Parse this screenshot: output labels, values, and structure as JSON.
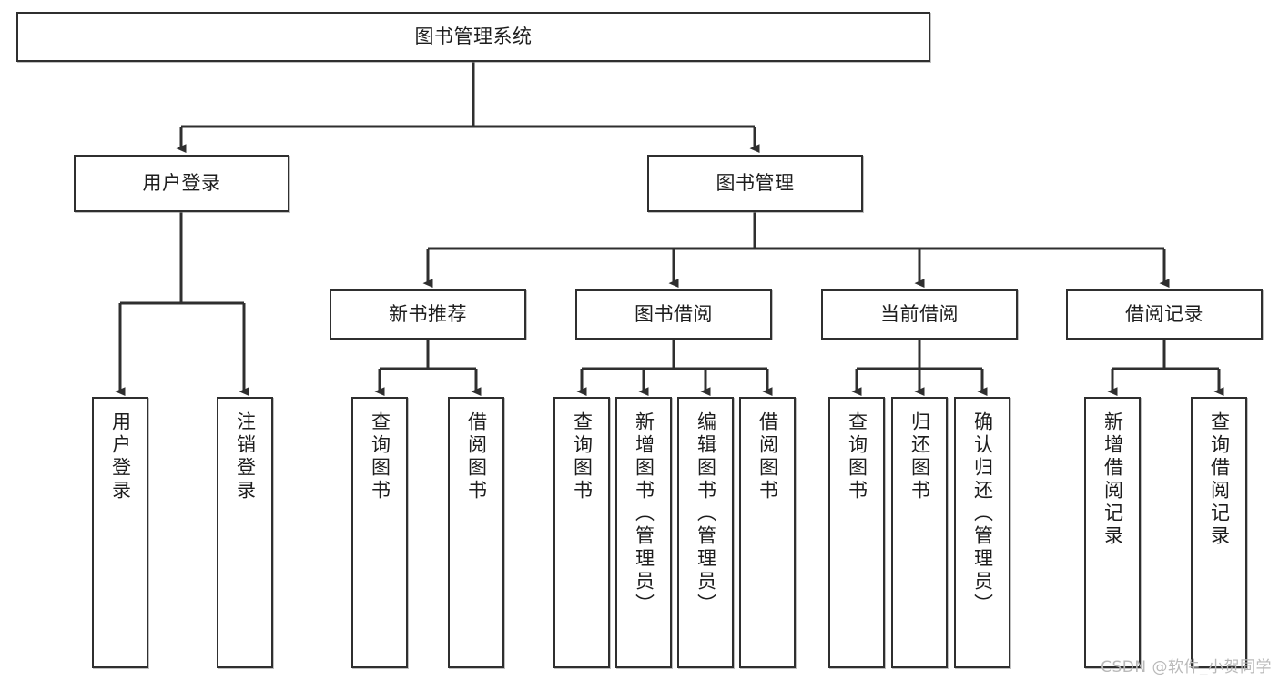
{
  "diagram": {
    "type": "tree",
    "title": "图书管理系统",
    "watermark": "CSDN @软件_小贺同学",
    "colors": {
      "background": "#ffffff",
      "node_border": "#2f2f2f",
      "node_fill": "#ffffff",
      "edge": "#2f2f2f",
      "text": "#1d1d1d",
      "watermark": "#b9b9b9"
    },
    "nodes": {
      "root": {
        "label": "图书管理系统",
        "level": 1,
        "orientation": "horizontal"
      },
      "user_login": {
        "label": "用户登录",
        "level": 2,
        "orientation": "horizontal"
      },
      "book_manage": {
        "label": "图书管理",
        "level": 2,
        "orientation": "horizontal"
      },
      "new_book_rec": {
        "label": "新书推荐",
        "level": 3,
        "orientation": "horizontal"
      },
      "book_borrow": {
        "label": "图书借阅",
        "level": 3,
        "orientation": "horizontal"
      },
      "current_borrow": {
        "label": "当前借阅",
        "level": 3,
        "orientation": "horizontal"
      },
      "borrow_record": {
        "label": "借阅记录",
        "level": 3,
        "orientation": "horizontal"
      },
      "leaf_user_login": {
        "label": "用户登录",
        "level": 4,
        "orientation": "vertical"
      },
      "leaf_logout": {
        "label": "注销登录",
        "level": 4,
        "orientation": "vertical"
      },
      "leaf_query_book_1": {
        "label": "查询图书",
        "level": 4,
        "orientation": "vertical"
      },
      "leaf_borrow_book_1": {
        "label": "借阅图书",
        "level": 4,
        "orientation": "vertical"
      },
      "leaf_query_book_2": {
        "label": "查询图书",
        "level": 4,
        "orientation": "vertical"
      },
      "leaf_add_book": {
        "label": "新增图书（管理员）",
        "level": 4,
        "orientation": "vertical"
      },
      "leaf_edit_book": {
        "label": "编辑图书（管理员）",
        "level": 4,
        "orientation": "vertical"
      },
      "leaf_borrow_book_2": {
        "label": "借阅图书",
        "level": 4,
        "orientation": "vertical"
      },
      "leaf_query_book_3": {
        "label": "查询图书",
        "level": 4,
        "orientation": "vertical"
      },
      "leaf_return_book": {
        "label": "归还图书",
        "level": 4,
        "orientation": "vertical"
      },
      "leaf_confirm_return": {
        "label": "确认归还（管理员）",
        "level": 4,
        "orientation": "vertical"
      },
      "leaf_add_record": {
        "label": "新增借阅记录",
        "level": 4,
        "orientation": "vertical"
      },
      "leaf_query_record": {
        "label": "查询借阅记录",
        "level": 4,
        "orientation": "vertical"
      }
    },
    "edges": [
      {
        "from": "root",
        "to": "user_login"
      },
      {
        "from": "root",
        "to": "book_manage"
      },
      {
        "from": "user_login",
        "to": "leaf_user_login"
      },
      {
        "from": "user_login",
        "to": "leaf_logout"
      },
      {
        "from": "book_manage",
        "to": "new_book_rec"
      },
      {
        "from": "book_manage",
        "to": "book_borrow"
      },
      {
        "from": "book_manage",
        "to": "current_borrow"
      },
      {
        "from": "book_manage",
        "to": "borrow_record"
      },
      {
        "from": "new_book_rec",
        "to": "leaf_query_book_1"
      },
      {
        "from": "new_book_rec",
        "to": "leaf_borrow_book_1"
      },
      {
        "from": "book_borrow",
        "to": "leaf_query_book_2"
      },
      {
        "from": "book_borrow",
        "to": "leaf_add_book"
      },
      {
        "from": "book_borrow",
        "to": "leaf_edit_book"
      },
      {
        "from": "book_borrow",
        "to": "leaf_borrow_book_2"
      },
      {
        "from": "current_borrow",
        "to": "leaf_query_book_3"
      },
      {
        "from": "current_borrow",
        "to": "leaf_return_book"
      },
      {
        "from": "current_borrow",
        "to": "leaf_confirm_return"
      },
      {
        "from": "borrow_record",
        "to": "leaf_add_record"
      },
      {
        "from": "borrow_record",
        "to": "leaf_query_record"
      }
    ]
  }
}
